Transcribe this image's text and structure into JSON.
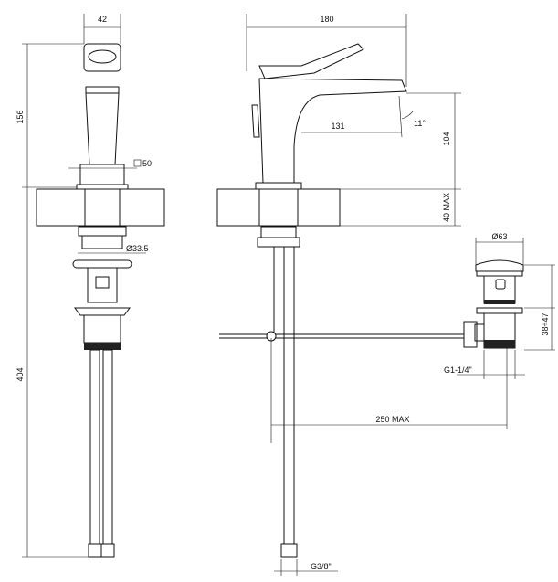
{
  "title": "Basin mixer technical drawing",
  "dimensions": {
    "width_body": "42",
    "height_body": "156",
    "square_base": "50",
    "hole_diameter": "Ø33.5",
    "total_height": "404",
    "spout_length": "180",
    "spout_reach": "131",
    "spout_angle": "11°",
    "spout_height": "104",
    "counter_thickness": "40 MAX",
    "waste_diameter": "Ø63",
    "waste_range": "38÷47",
    "waste_thread": "G1-1/4\"",
    "rod_length": "250 MAX",
    "hose_thread": "G3/8\""
  }
}
